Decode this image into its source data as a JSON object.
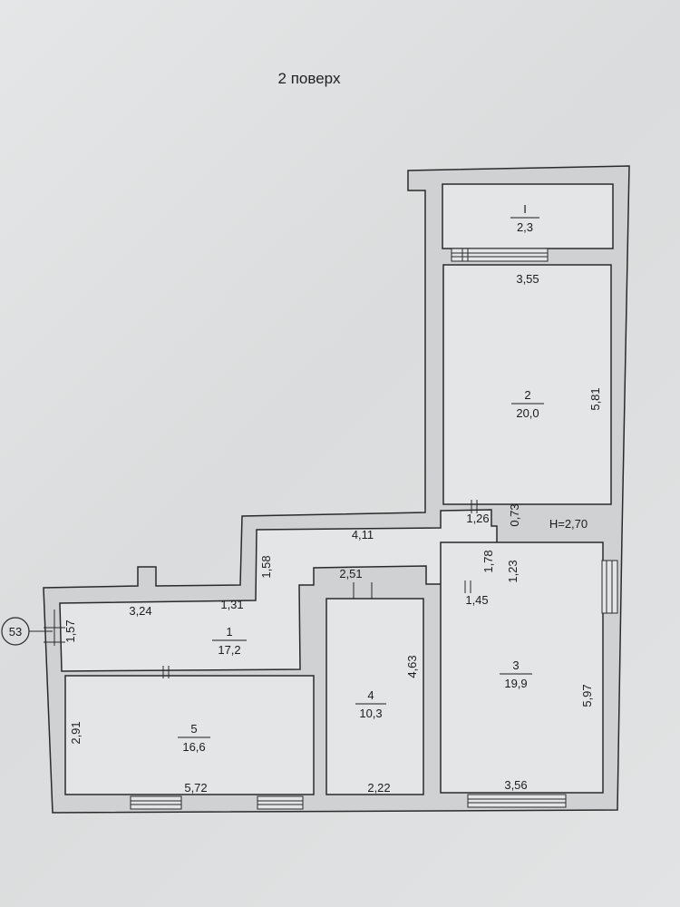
{
  "title": "2 поверх",
  "plan_marker": "53",
  "rooms": {
    "r1_balcony": {
      "num": "I",
      "area": "2,3"
    },
    "r2": {
      "num": "2",
      "area": "20,0"
    },
    "r1_hall": {
      "num": "1",
      "area": "17,2"
    },
    "r3": {
      "num": "3",
      "area": "19,9"
    },
    "r4": {
      "num": "4",
      "area": "10,3"
    },
    "r5": {
      "num": "5",
      "area": "16,6"
    }
  },
  "dimensions": {
    "d355": "3,55",
    "d581": "5,81",
    "d073": "0,73",
    "d126": "1,26",
    "height": "H=2,70",
    "d411": "4,11",
    "d158": "1,58",
    "d251": "2,51",
    "d178": "1,78",
    "d123": "1,23",
    "d145": "1,45",
    "d324": "3,24",
    "d131": "1,31",
    "d157": "1,57",
    "d463": "4,63",
    "d597": "5,97",
    "d291": "2,91",
    "d572": "5,72",
    "d222": "2,22",
    "d356": "3,56"
  }
}
